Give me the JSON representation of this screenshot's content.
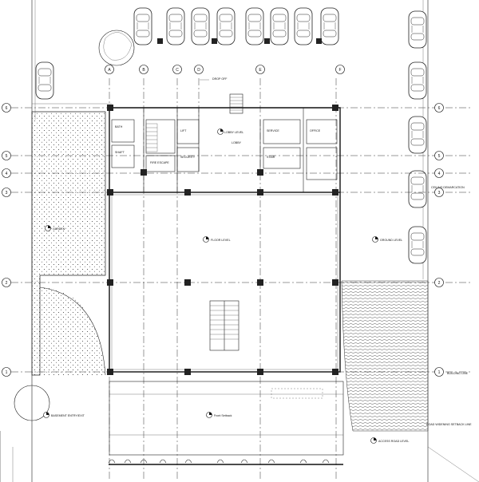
{
  "grid": {
    "columns": [
      "A",
      "B",
      "C",
      "D",
      "E",
      "F"
    ],
    "rows": [
      "6",
      "5",
      "4",
      "3",
      "2",
      "1"
    ]
  },
  "labels": {
    "drop_off": "DROP OFF",
    "lobby_level": "LOBBY LEVEL",
    "floor_level": "FLOOR LEVEL",
    "ground_level": "GROUND LEVEL",
    "garden": "GARDEN",
    "basement_entry_exit": "BASEMENT ENTRY/EXIT",
    "front_setback": "Front Setback",
    "access_road_level": "ACCESS ROAD LEVEL",
    "building_line": "BUILDING LINE",
    "road_widening_setback_line": "ROAD WIDENING SETBACK LINE",
    "ceiling_demarcation": "CEILING DEMARCATION"
  },
  "lobby": {
    "bath": "BATH",
    "shaft": "SHAFT",
    "lift": "LIFT",
    "lobby": "LOBBY",
    "fire_escape": "FIRE ESCAPE",
    "security": "SECURITY",
    "service": "SERVICE",
    "office": "OFFICE",
    "stair": "STAIR"
  },
  "colors": {
    "ink": "#111111",
    "hatch": "#555555",
    "background": "#ffffff"
  }
}
